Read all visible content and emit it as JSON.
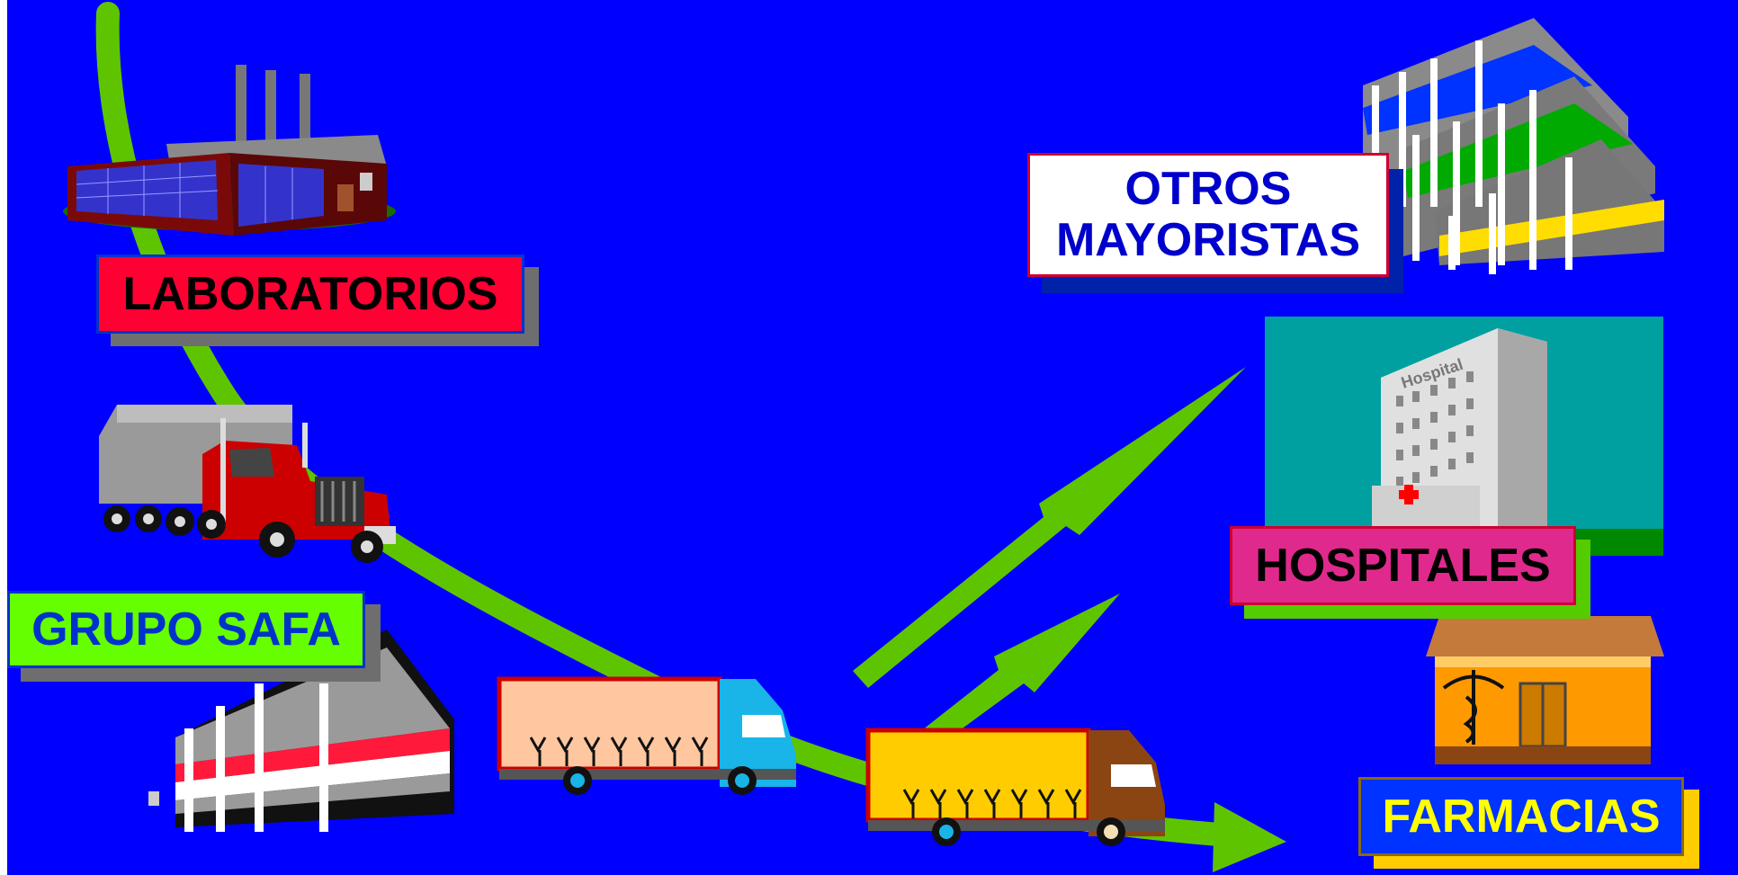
{
  "labels": {
    "laboratorios": "LABORATORIOS",
    "grupo_safa": "GRUPO SAFA",
    "otros_mayoristas_line1": "OTROS",
    "otros_mayoristas_line2": "MAYORISTAS",
    "hospitales": "HOSPITALES",
    "farmacias": "FARMACIAS",
    "hospital_sign": "Hospital"
  },
  "colors": {
    "background": "#0000ff",
    "flow_arrow": "#5fc400",
    "laboratorios_box": "#ff0033",
    "grupo_safa_box": "#66ff00",
    "grupo_safa_text": "#0033cc",
    "otros_box": "#ffffff",
    "otros_text": "#0000cc",
    "hospitales_box": "#e0298c",
    "farmacias_box": "#0033ff",
    "farmacias_text": "#ffff00"
  },
  "icons": [
    "factory-icon",
    "semi-truck-icon",
    "warehouse-icon",
    "delivery-truck-icon",
    "delivery-truck-icon",
    "office-buildings-icon",
    "hospital-icon",
    "pharmacy-icon"
  ]
}
